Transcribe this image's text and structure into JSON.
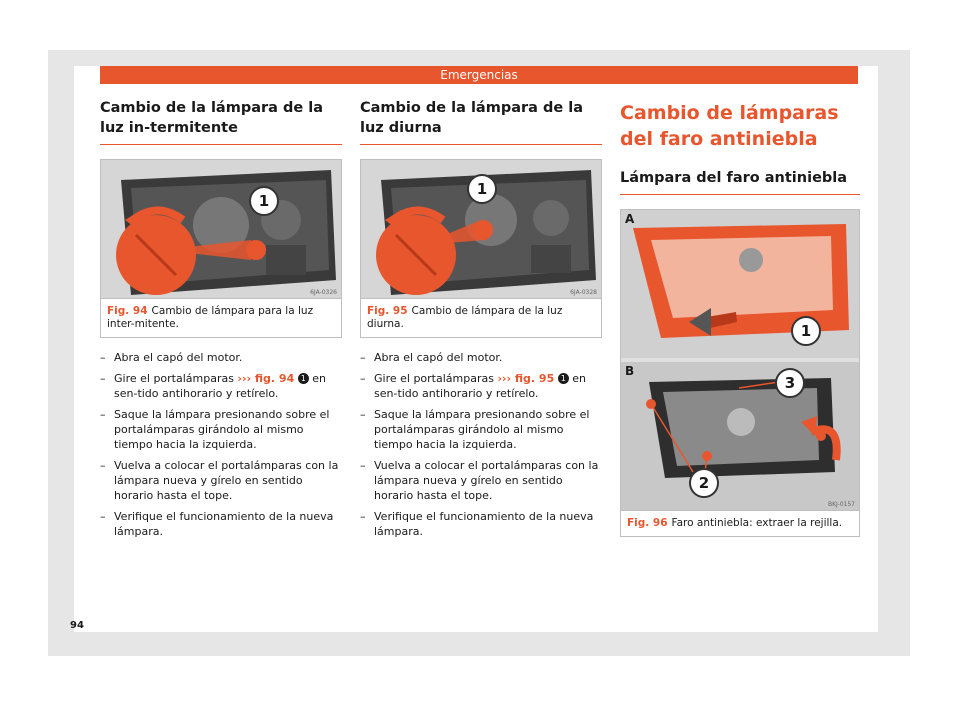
{
  "header": {
    "title": "Emergencias"
  },
  "page_number": "94",
  "col1": {
    "heading": "Cambio de la lámpara de la luz in-termitente",
    "figure": {
      "code": "6JA-0326",
      "marker": "1",
      "label": "Fig. 94",
      "caption": "Cambio de lámpara para la luz inter-mitente."
    },
    "steps": {
      "s1": "Abra el capó del motor.",
      "s2_pre": "Gire el portalámparas",
      "s2_ref": "››› fig. 94",
      "s2_num": "1",
      "s2_post": "en sen-tido antihorario y retírelo.",
      "s3": "Saque la lámpara presionando sobre el portalámparas girándolo al mismo tiempo hacia la izquierda.",
      "s4": "Vuelva a colocar el portalámparas con la lámpara nueva y gírelo en sentido horario hasta el tope.",
      "s5": "Verifique el funcionamiento de la nueva lámpara."
    }
  },
  "col2": {
    "heading": "Cambio de la lámpara de la luz diurna",
    "figure": {
      "code": "6JA-0328",
      "marker": "1",
      "label": "Fig. 95",
      "caption": "Cambio de lámpara de la luz diurna."
    },
    "steps": {
      "s1": "Abra el capó del motor.",
      "s2_pre": "Gire el portalámparas",
      "s2_ref": "››› fig. 95",
      "s2_num": "1",
      "s2_post": "en sen-tido antihorario y retírelo.",
      "s3": "Saque la lámpara presionando sobre el portalámparas girándolo al mismo tiempo hacia la izquierda.",
      "s4": "Vuelva a colocar el portalámparas con la lámpara nueva y gírelo en sentido horario hasta el tope.",
      "s5": "Verifique el funcionamiento de la nueva lámpara."
    }
  },
  "col3": {
    "title": "Cambio de lámparas del faro antiniebla",
    "section": "Lámpara del faro antiniebla",
    "figure": {
      "code": "BKJ-0157",
      "panel_a": "A",
      "panel_b": "B",
      "marker1": "1",
      "marker2": "2",
      "marker3": "3",
      "label": "Fig. 96",
      "caption": "Faro antiniebla: extraer la rejilla."
    }
  },
  "colors": {
    "accent": "#e8562e",
    "frame": "#e6e6e6"
  }
}
